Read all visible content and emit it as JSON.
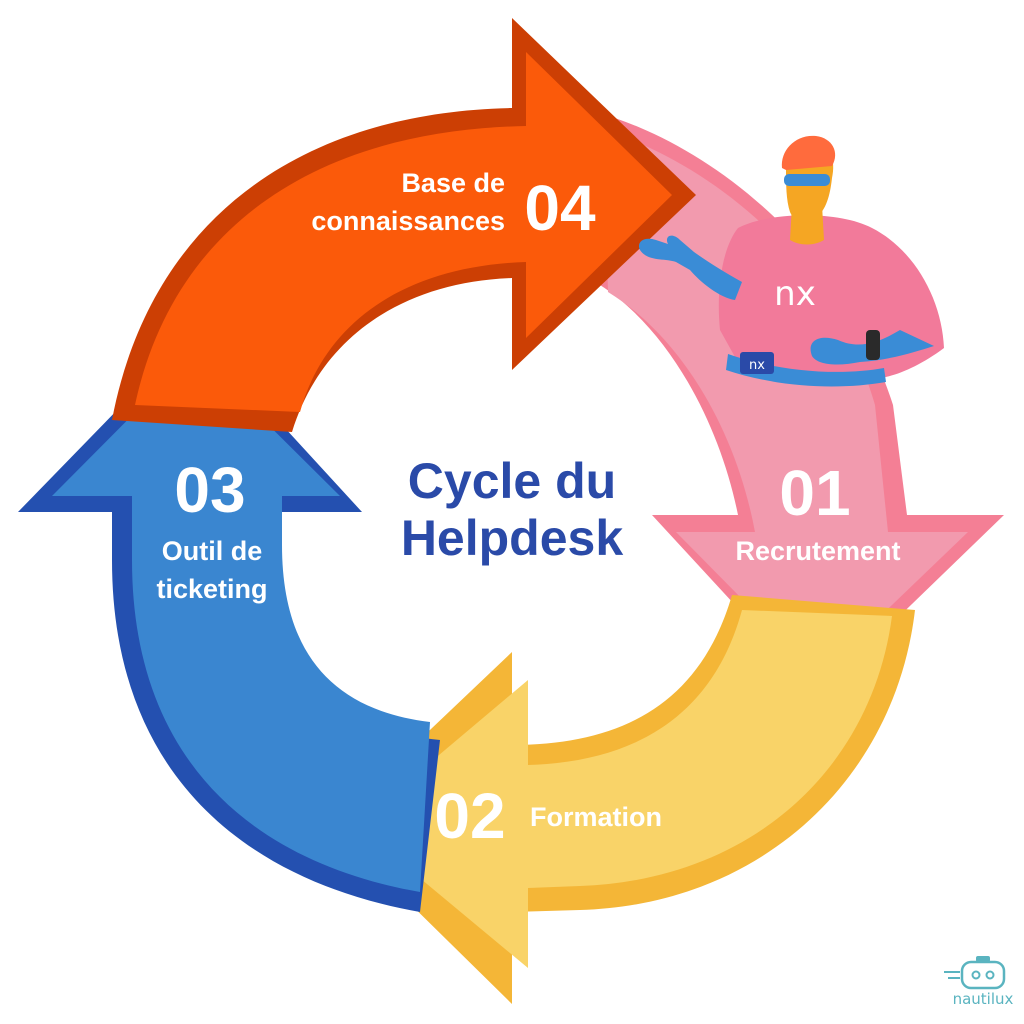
{
  "title": {
    "line1": "Cycle du",
    "line2": "Helpdesk",
    "color": "#2a4aa8"
  },
  "steps": [
    {
      "number": "01",
      "label_lines": [
        "Recrutement"
      ],
      "color": "#f29aae",
      "edge_color": "#f47f95"
    },
    {
      "number": "02",
      "label_lines": [
        "Formation"
      ],
      "color": "#f9d368",
      "edge_color": "#f4b637"
    },
    {
      "number": "03",
      "label_lines": [
        "Outil de",
        "ticketing"
      ],
      "color": "#3a86d0",
      "edge_color": "#2450b0"
    },
    {
      "number": "04",
      "label_lines": [
        "Base de",
        "connaissances"
      ],
      "color": "#fb5a0a",
      "edge_color": "#cc3f04"
    }
  ],
  "character": {
    "shirt_logo": "nx",
    "badge_logo": "nx",
    "shirt_color": "#f27a9a",
    "skin_color": "#3a8cd6",
    "hair_color": "#ff6b3d"
  },
  "brand": {
    "name": "nautilux",
    "color": "#5ab4c0",
    "icon": "robot-head-icon"
  }
}
